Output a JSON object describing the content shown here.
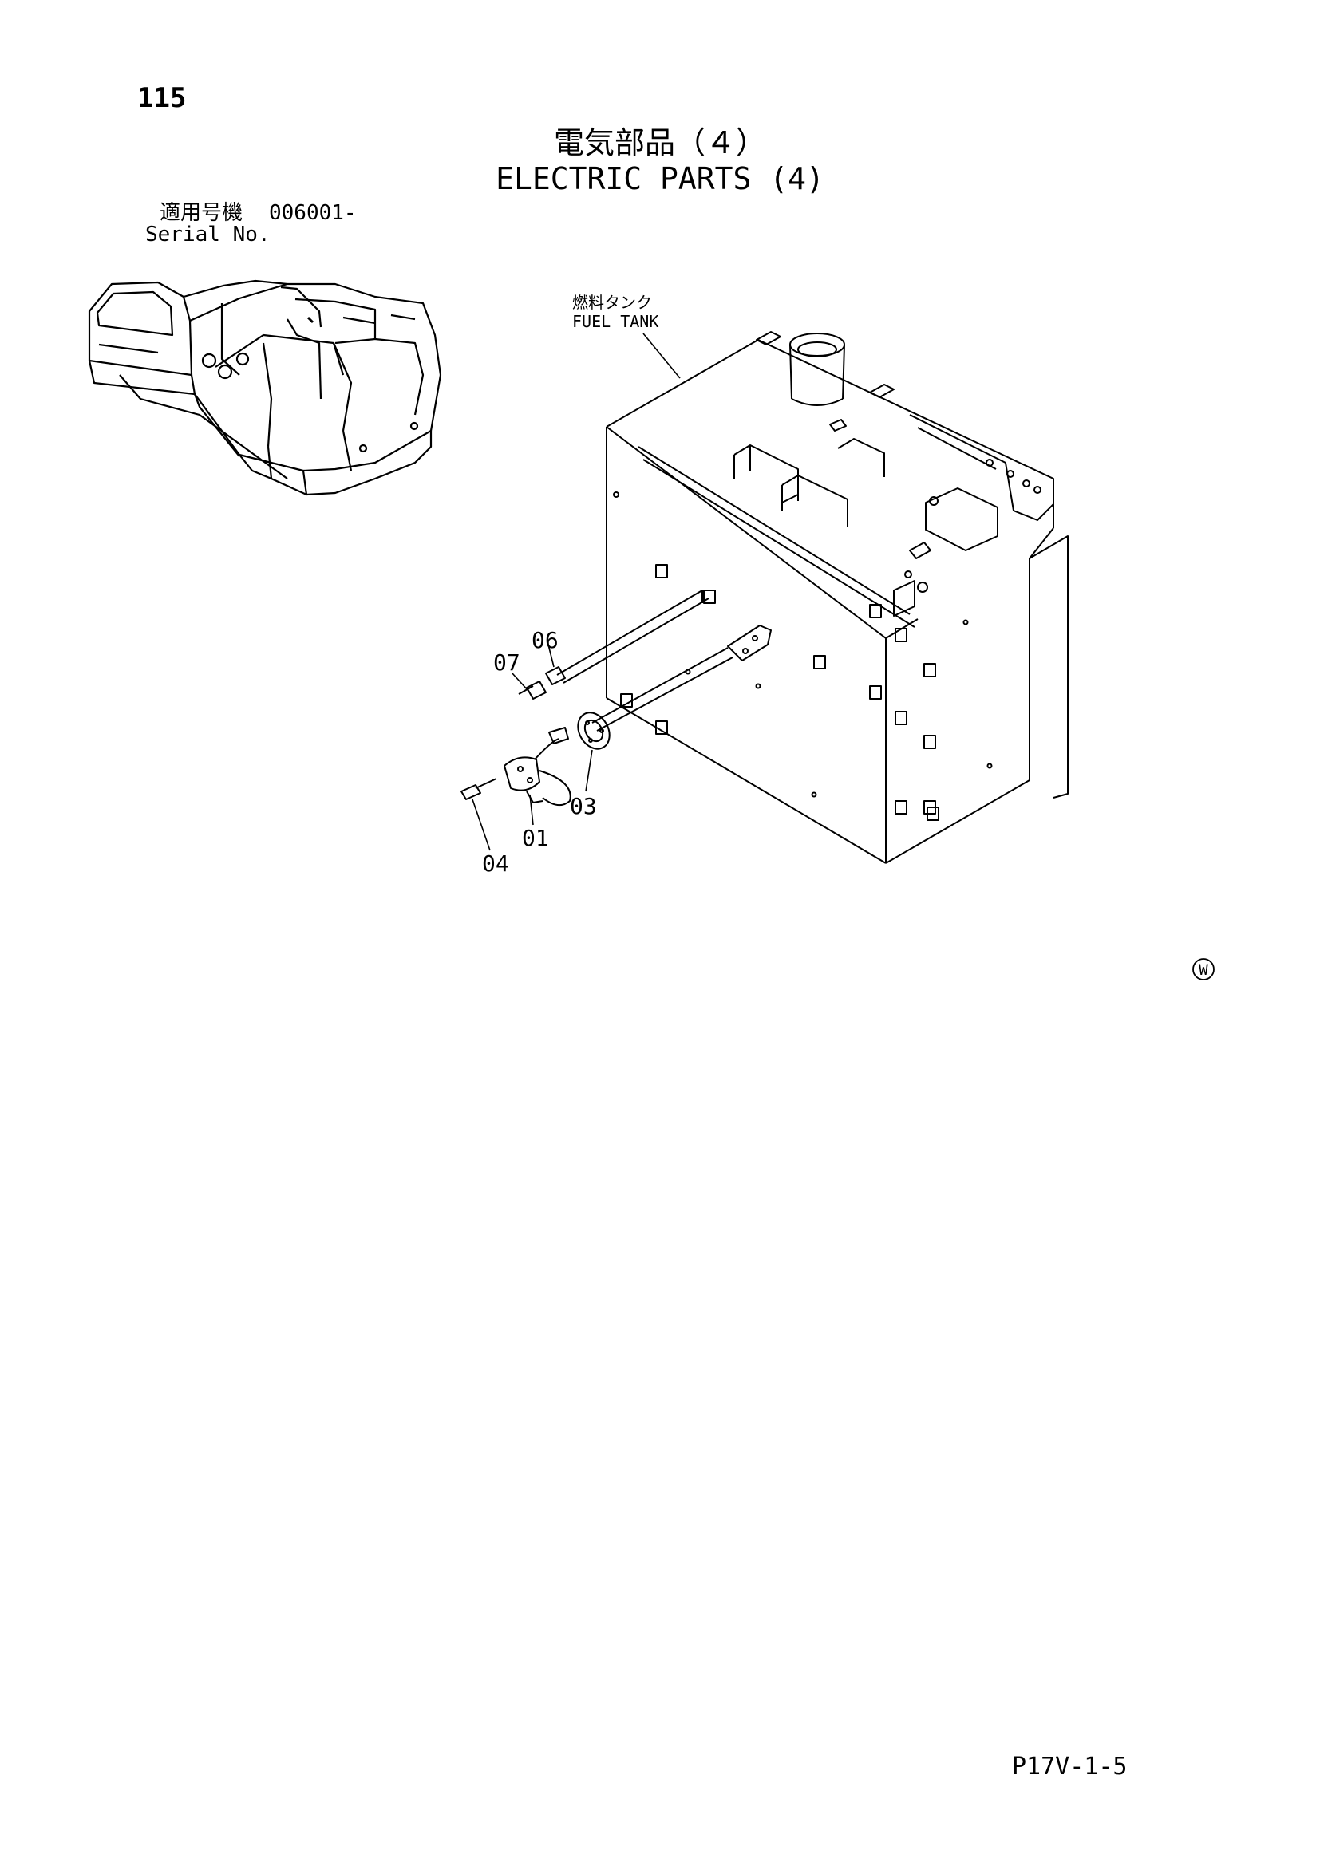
{
  "header": {
    "page_number": "115",
    "title_ja": "電気部品（４）",
    "title_en": "ELECTRIC PARTS (4)",
    "serial_label_ja": "適用号機",
    "serial_value": "006001-",
    "serial_label_en": "Serial No."
  },
  "callouts": {
    "fuel_tank_ja": "燃料タンク",
    "fuel_tank_en": "FUEL TANK",
    "parts": [
      "01",
      "03",
      "04",
      "06",
      "07"
    ]
  },
  "mark": "W",
  "footer": {
    "ref_code": "P17V-1-5"
  }
}
